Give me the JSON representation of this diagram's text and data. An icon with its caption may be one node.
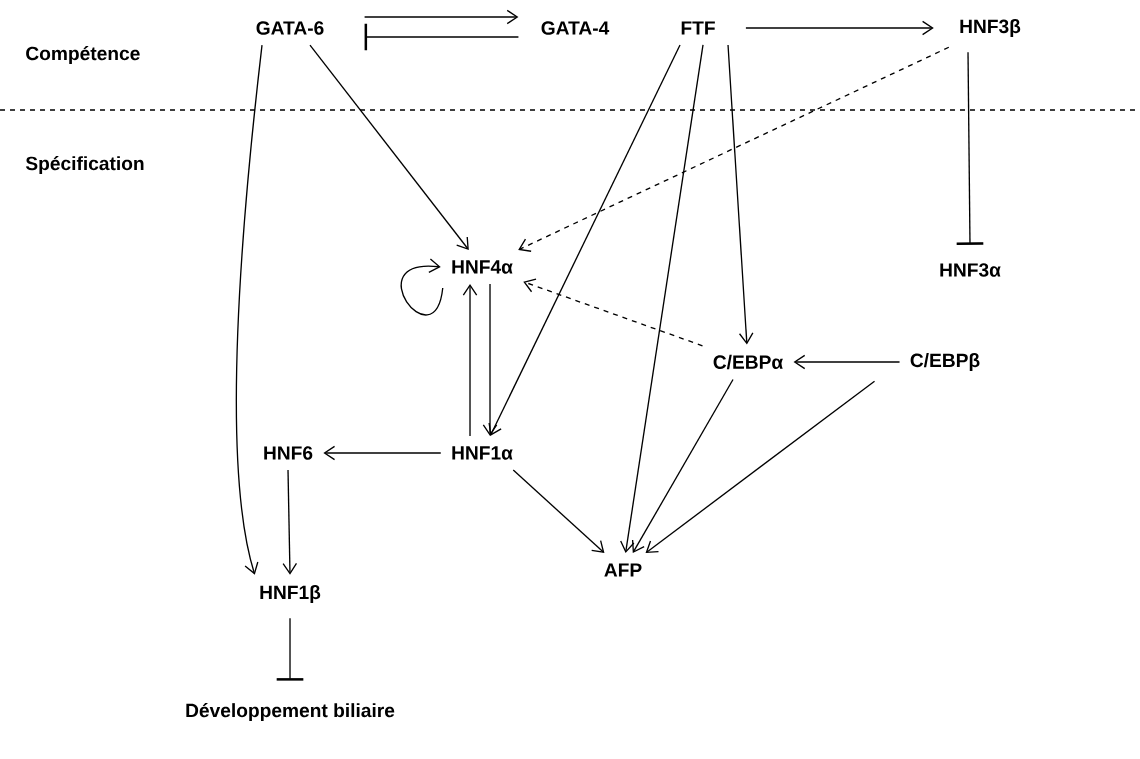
{
  "diagram": {
    "nodes": [
      {
        "text": [
          "GATA-6"
        ]
      },
      {
        "text": [
          "GATA-4"
        ]
      },
      {
        "text": [
          "FTF"
        ]
      },
      {
        "text": [
          "HNF3β"
        ]
      },
      {
        "text": [
          "HNF4α"
        ]
      },
      {
        "text": [
          "HNF3α"
        ]
      },
      {
        "text": [
          "C/EBPα"
        ]
      },
      {
        "text": [
          "C/EBPβ"
        ]
      },
      {
        "text": [
          "HNF6"
        ]
      },
      {
        "text": [
          "HNF1α"
        ]
      },
      {
        "text": [
          "AFP"
        ]
      },
      {
        "text": [
          "HNF1β"
        ]
      },
      {
        "text": [
          "Développement biliaire"
        ]
      }
    ],
    "edges": [
      {
        "from": 0,
        "to": 1,
        "arrow": "to"
      },
      {
        "from": 1,
        "to": 0,
        "arrow": "other"
      },
      {
        "from": 2,
        "to": 3,
        "arrow": "to"
      },
      {
        "from": 3,
        "to": 5,
        "arrow": "other"
      },
      {
        "from": 0,
        "to": 11,
        "arrow": "to"
      },
      {
        "from": 0,
        "to": 4,
        "arrow": "to"
      },
      {
        "from": 3,
        "to": 4,
        "arrow": "to",
        "style": "dashed"
      },
      {
        "from": 2,
        "to": 9,
        "arrow": "to"
      },
      {
        "from": 2,
        "to": 10,
        "arrow": "to"
      },
      {
        "from": 2,
        "to": 6,
        "arrow": "to"
      },
      {
        "from": 4,
        "to": 4,
        "arrow": "to"
      },
      {
        "from": 4,
        "to": 9,
        "arrow": "to"
      },
      {
        "from": 9,
        "to": 4,
        "arrow": "to"
      },
      {
        "from": 6,
        "to": 4,
        "arrow": "to",
        "style": "dashed"
      },
      {
        "from": 7,
        "to": 6,
        "arrow": "to"
      },
      {
        "from": 9,
        "to": 8,
        "arrow": "to"
      },
      {
        "from": 8,
        "to": 11,
        "arrow": "to"
      },
      {
        "from": 9,
        "to": 10,
        "arrow": "to"
      },
      {
        "from": 6,
        "to": 10,
        "arrow": "to"
      },
      {
        "from": 7,
        "to": 10,
        "arrow": "to"
      },
      {
        "from": 11,
        "to": 12,
        "arrow": "other"
      }
    ],
    "labels": [
      "Compétence",
      "Spécification"
    ]
  }
}
